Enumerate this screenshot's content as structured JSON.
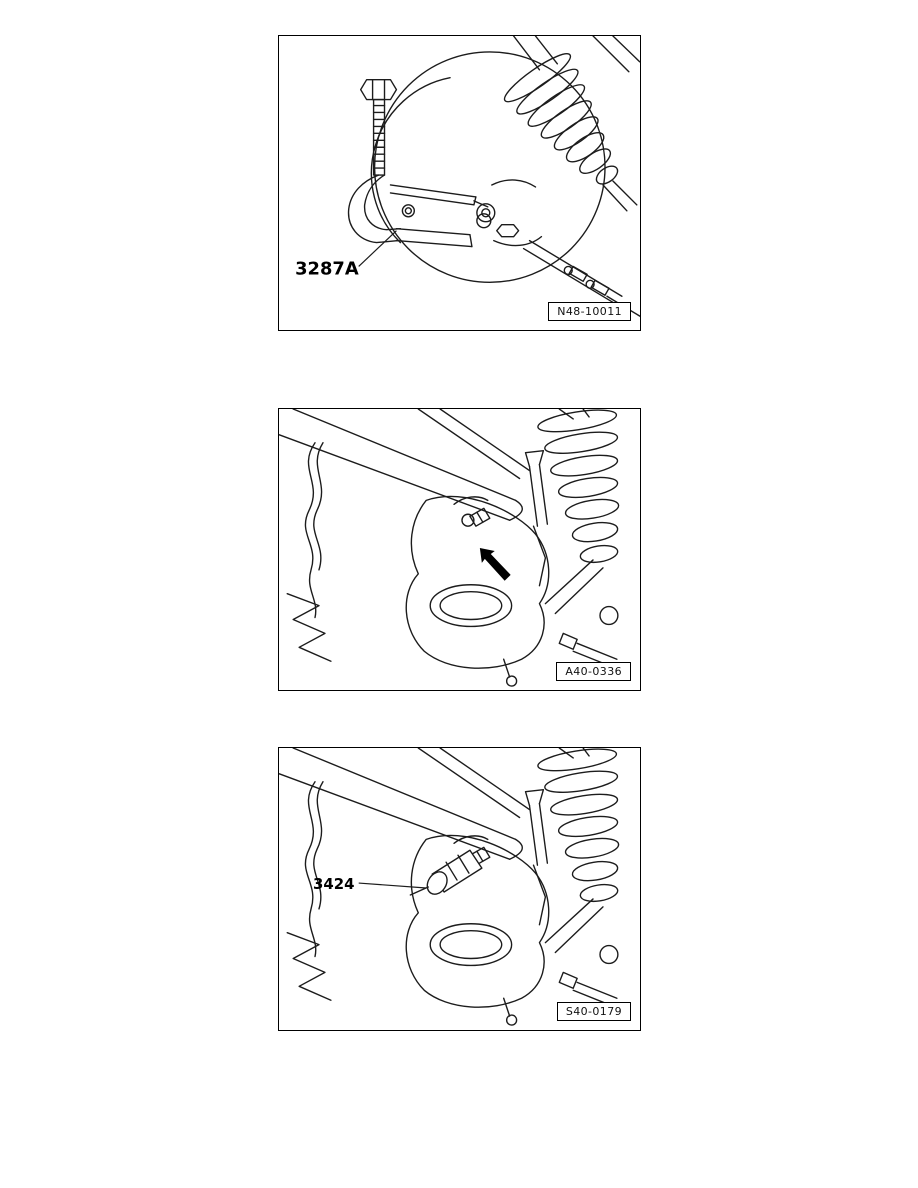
{
  "figures": {
    "fig1": {
      "description": "ball-joint-puller-on-suspension",
      "tool_label": "3287A",
      "image_id": "N48-10011"
    },
    "fig2": {
      "description": "knuckle-bolt-location-arrow",
      "image_id": "A40-0336"
    },
    "fig3": {
      "description": "socket-tool-on-knuckle-bolt",
      "tool_label": "3424",
      "image_id": "S40-0179"
    }
  }
}
